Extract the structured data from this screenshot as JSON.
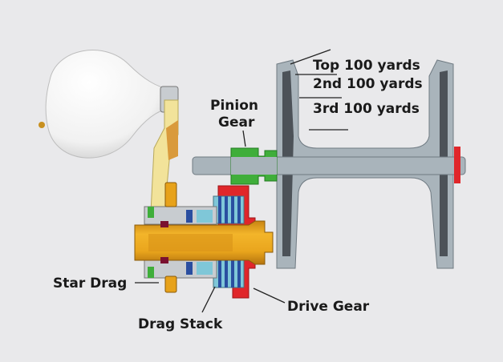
{
  "labels": {
    "top_100": "Top 100 yards",
    "second_100": "2nd 100 yards",
    "third_100": "3rd 100 yards",
    "pinion_line1": "Pinion",
    "pinion_line2": "Gear",
    "star_drag": "Star Drag",
    "drag_stack": "Drag Stack",
    "drive_gear": "Drive Gear"
  },
  "colors": {
    "background": "#e9e9eb",
    "spool": "#a9b4bb",
    "pinion": "#3fae3a",
    "drive_gear": "#e0262a",
    "main_shaft": "#e7a21a",
    "drag_washers": "#2a4ea0",
    "handle_arm": "#f2e39a",
    "knob": "#ffffff"
  }
}
